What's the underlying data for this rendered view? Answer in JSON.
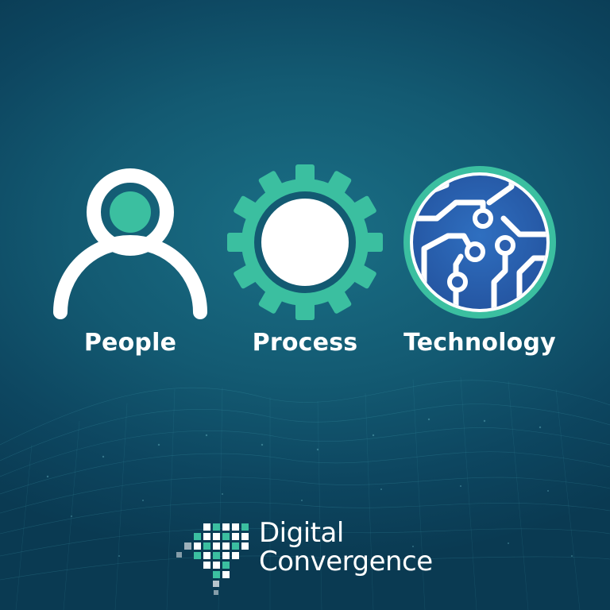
{
  "colors": {
    "background": "#135a72",
    "accent_teal": "#3bbfa0",
    "circuit_blue": "#2c62b0",
    "white": "#ffffff"
  },
  "icons": {
    "people": "person-icon",
    "process": "gear-icon",
    "technology": "circuit-icon"
  },
  "labels": {
    "people": "People",
    "process": "Process",
    "technology": "Technology"
  },
  "logo": {
    "line1": "Digital",
    "line2": "Convergence"
  }
}
